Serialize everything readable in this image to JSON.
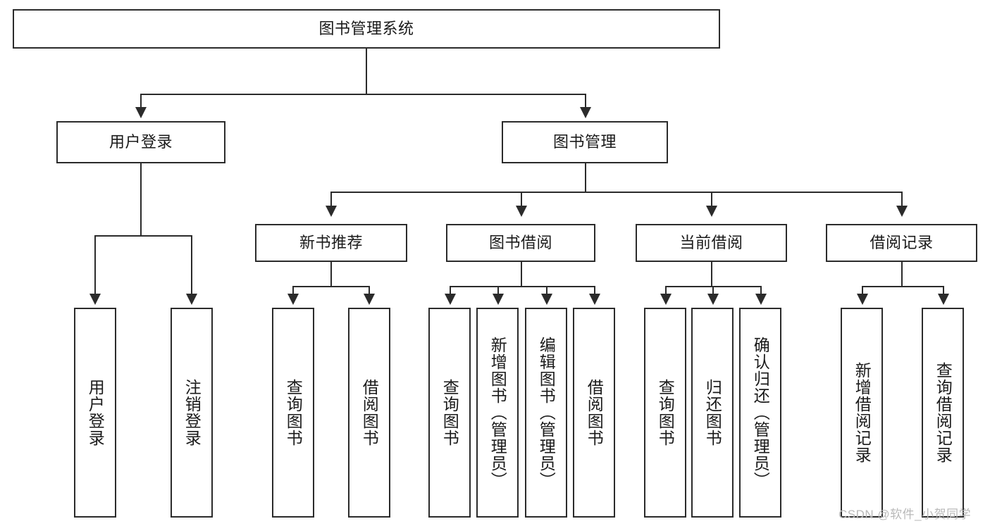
{
  "diagram": {
    "title": "图书管理系统",
    "type": "tree-hierarchy-diagram",
    "root": {
      "label": "图书管理系统"
    },
    "level2": [
      {
        "label": "用户登录"
      },
      {
        "label": "图书管理"
      }
    ],
    "level3": [
      {
        "label": "新书推荐"
      },
      {
        "label": "图书借阅"
      },
      {
        "label": "当前借阅"
      },
      {
        "label": "借阅记录"
      }
    ],
    "leaves": {
      "user_login": [
        {
          "label": "用户登录"
        },
        {
          "label": "注销登录"
        }
      ],
      "new_book_recommend": [
        {
          "label": "查询图书"
        },
        {
          "label": "借阅图书"
        }
      ],
      "book_borrow": [
        {
          "label": "查询图书"
        },
        {
          "label": "新增图书（管理员）"
        },
        {
          "label": "编辑图书（管理员）"
        },
        {
          "label": "借阅图书"
        }
      ],
      "current_borrow": [
        {
          "label": "查询图书"
        },
        {
          "label": "归还图书"
        },
        {
          "label": "确认归还（管理员）"
        }
      ],
      "borrow_record": [
        {
          "label": "新增借阅记录"
        },
        {
          "label": "查询借阅记录"
        }
      ]
    }
  },
  "watermark": {
    "text": "CSDN @软件_小贺同学"
  },
  "colors": {
    "stroke": "#2b2b2b",
    "box_fill": "#ffffff",
    "text": "#1a1a1a",
    "watermark": "#b9b9b9"
  }
}
